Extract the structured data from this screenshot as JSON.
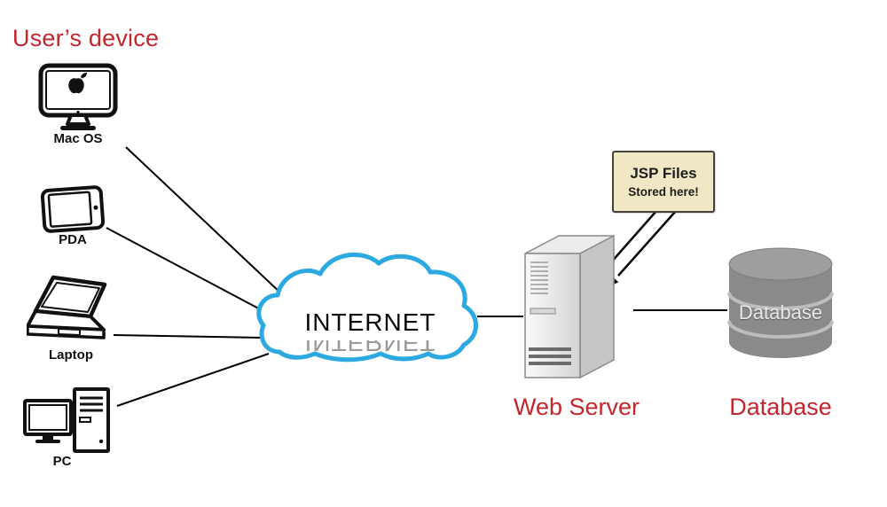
{
  "colors": {
    "accent_red": "#C1272D",
    "cloud_blue": "#2BA9E0",
    "note_bg": "#F0E8C4",
    "note_border": "#45413a",
    "database_gray": "#8E8E8E",
    "server_gray": "#D9D9D9",
    "line_black": "#000000"
  },
  "header": {
    "title": "User’s device"
  },
  "devices": [
    {
      "id": "mac",
      "label": "Mac OS"
    },
    {
      "id": "pda",
      "label": "PDA"
    },
    {
      "id": "laptop",
      "label": "Laptop"
    },
    {
      "id": "pc",
      "label": "PC"
    }
  ],
  "internet": {
    "label": "INTERNET"
  },
  "jsp_note": {
    "title": "JSP Files",
    "subtitle": "Stored here!"
  },
  "web_server": {
    "label": "Web Server"
  },
  "database": {
    "cylinder_label": "Database",
    "label": "Database"
  }
}
